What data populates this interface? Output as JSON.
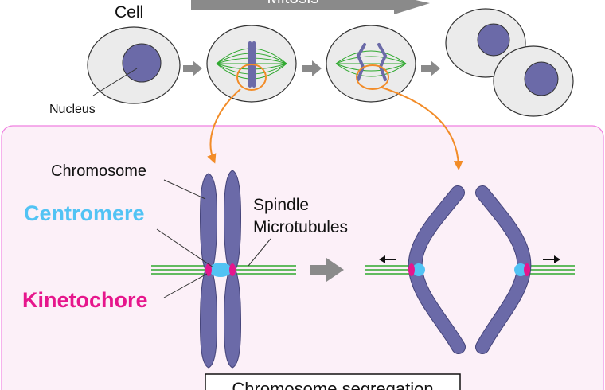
{
  "labels": {
    "banner": "Mitosis",
    "cell": "Cell",
    "nucleus": "Nucleus",
    "chromosome": "Chromosome",
    "centromere": "Centromere",
    "spindle_line1": "Spindle",
    "spindle_line2": "Microtubules",
    "kinetochore": "Kinetochore",
    "caption": "Chromosome segregation"
  },
  "colors": {
    "chromosome": "#6b6aa8",
    "centromere": "#52c3f4",
    "kinetochore": "#e6168c",
    "microtubule": "#2ea82e",
    "orange": "#f28c28",
    "cell_fill": "#ebebeb",
    "panel_border": "#ef7fe0",
    "gray_arrow": "#8a8a8a"
  }
}
